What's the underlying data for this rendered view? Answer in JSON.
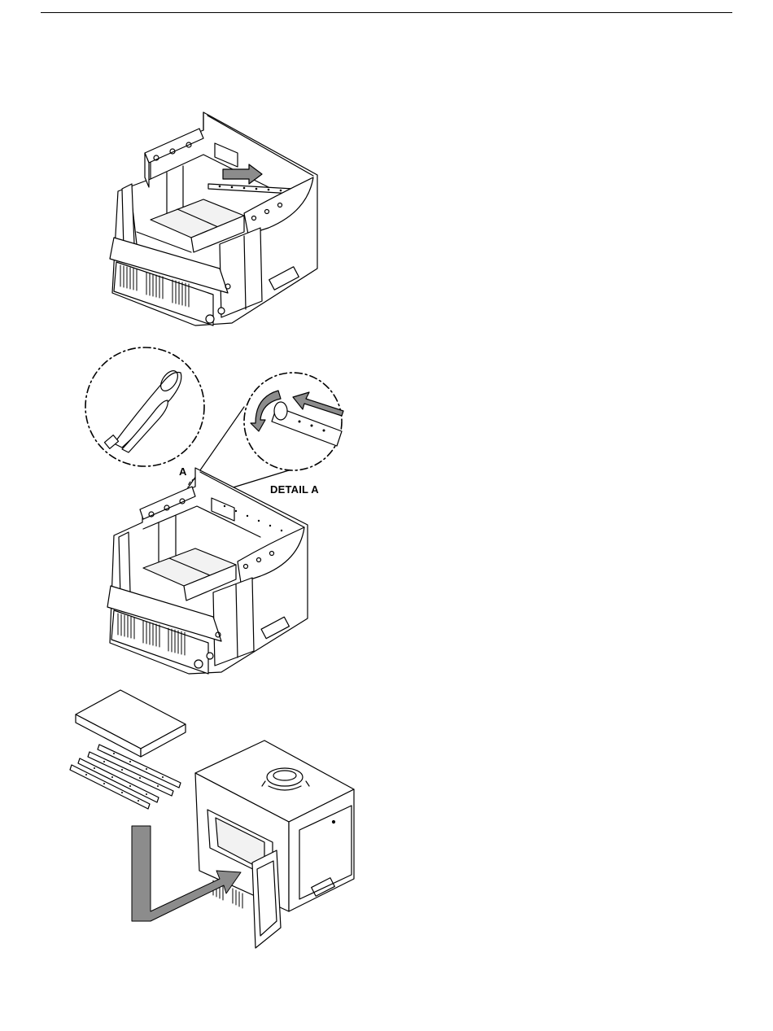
{
  "labels": {
    "callout_letter": "A",
    "detail_label": "DETAIL A"
  },
  "colors": {
    "line": "#000000",
    "arrow_fill": "#8c8c8c",
    "panel_fill": "#ffffff",
    "brick_fill": "#f2f2f2"
  },
  "figures": [
    {
      "name": "stove-firebox-step-1"
    },
    {
      "name": "stove-firebox-step-2"
    },
    {
      "name": "stove-assembly-step-3"
    }
  ]
}
